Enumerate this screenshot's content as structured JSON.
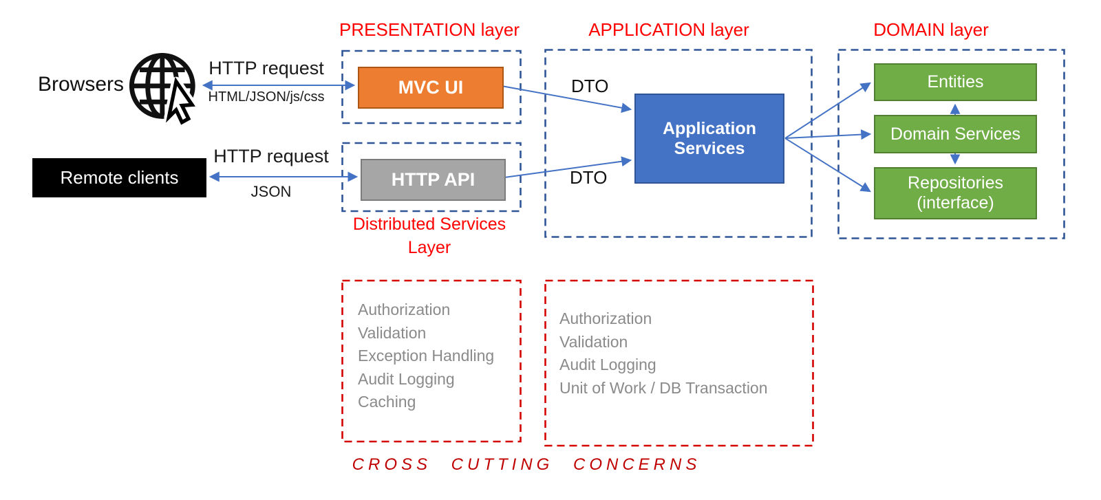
{
  "diagram": {
    "actors": {
      "browsers_label": "Browsers",
      "remote_clients_label": "Remote clients"
    },
    "connections": {
      "browsers_arrow_top": "HTTP request",
      "browsers_arrow_bottom": "HTML/JSON/js/css",
      "remote_arrow_top": "HTTP request",
      "remote_arrow_bottom": "JSON",
      "dto_top_label": "DTO",
      "dto_bottom_label": "DTO"
    },
    "presentation": {
      "title": "PRESENTATION layer",
      "mvc_ui_label": "MVC UI",
      "http_api_label": "HTTP API",
      "distributed_services_label": "Distributed Services Layer"
    },
    "application": {
      "title": "APPLICATION layer",
      "application_services_label": "Application Services"
    },
    "domain": {
      "title": "DOMAIN layer",
      "entities_label": "Entities",
      "domain_services_label": "Domain Services",
      "repositories_label": "Repositories (interface)"
    },
    "cross_cutting": {
      "left_items": [
        "Authorization",
        "Validation",
        "Exception Handling",
        "Audit Logging",
        "Caching"
      ],
      "right_items": [
        "Authorization",
        "Validation",
        "Audit Logging",
        "Unit of Work / DB Transaction"
      ],
      "footer": "CROSS  CUTTING  CONCERNS"
    },
    "colors": {
      "layer_title_red": "#FF0000",
      "cross_cutting_red": "#C00000",
      "dashed_box_blue": "#2F5597",
      "dashed_box_red": "#D40000",
      "arrow_blue": "#4472C4",
      "mvc_ui_orange": "#ED7D31",
      "http_api_gray": "#A6A6A6",
      "application_services_blue": "#4472C4",
      "domain_green": "#70AD47",
      "remote_clients_black": "#000000"
    }
  }
}
